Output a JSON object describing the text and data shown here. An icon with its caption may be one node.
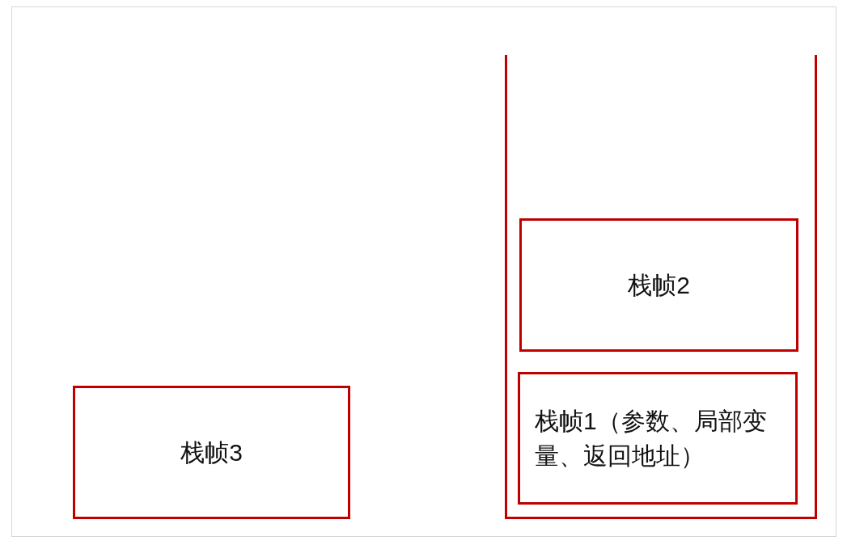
{
  "diagram": {
    "nodes": [
      {
        "text": [],
        "shape": "box"
      },
      {
        "text": [
          "栈帧2"
        ],
        "in": 0
      },
      {
        "text": [
          "栈帧1（参数、局部变量、返回地址）"
        ],
        "in": 0
      },
      {
        "text": [
          "栈帧3"
        ]
      }
    ]
  }
}
